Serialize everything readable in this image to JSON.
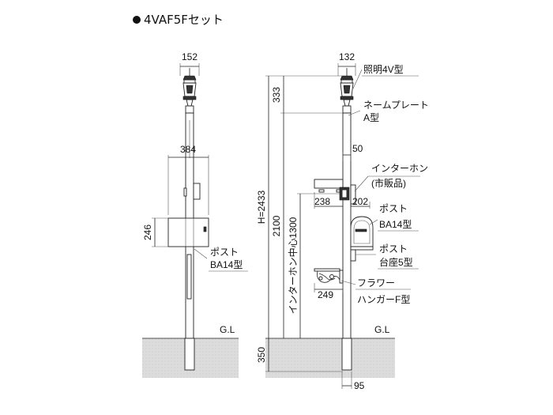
{
  "title": "4VAF5Fセット",
  "front_view": {
    "dim_top": "152",
    "dim_width": "384",
    "dim_post_height": "246",
    "label_post_line1": "ポスト",
    "label_post_line2": "BA14型",
    "ground_label": "G.L"
  },
  "side_view": {
    "dim_top": "132",
    "dim_h_total": "H=2433",
    "dim_light_height": "333",
    "dim_2100": "2100",
    "dim_intercom_center": "インターホン中心1300",
    "dim_50": "50",
    "dim_238": "238",
    "dim_202": "202",
    "dim_249": "249",
    "dim_350": "350",
    "dim_95": "95",
    "label_light": "照明4V型",
    "label_nameplate_line1": "ネームプレート",
    "label_nameplate_line2": "A型",
    "label_intercom_line1": "インターホン",
    "label_intercom_line2": "(市販品)",
    "label_post_line1": "ポスト",
    "label_post_line2": "BA14型",
    "label_base_line1": "ポスト",
    "label_base_line2": "台座5型",
    "label_flower_line1": "フラワー",
    "label_flower_line2": "ハンガーF型",
    "ground_label": "G.L"
  }
}
